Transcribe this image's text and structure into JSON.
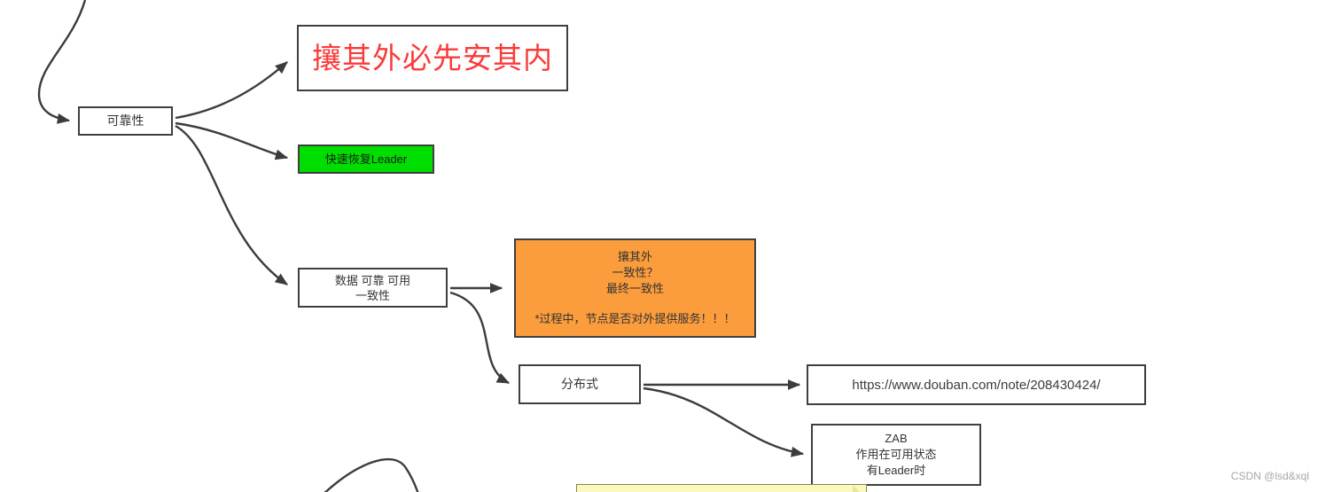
{
  "diagram": {
    "nodes": {
      "reliability": {
        "label": "可靠性"
      },
      "slogan": {
        "label": "攘其外必先安其内"
      },
      "fast_recover": {
        "label": "快速恢复Leader"
      },
      "data_consistency": {
        "lines": [
          "数据 可靠 可用",
          "一致性"
        ]
      },
      "orange_note": {
        "lines": [
          "攘其外",
          "一致性？",
          "最终一致性"
        ],
        "footnote": "*过程中，节点是否对外提供服务！！！"
      },
      "distributed": {
        "label": "分布式"
      },
      "douban_link": {
        "label": "https://www.douban.com/note/208430424/"
      },
      "zab": {
        "lines": [
          "ZAB",
          "作用在可用状态",
          "有Leader时"
        ]
      }
    },
    "colors": {
      "connector": "#3c3c3c",
      "box_border": "#3f3f3f",
      "slogan_text": "#fa3b3b",
      "fast_recover_fill": "#00dd00",
      "orange_fill": "#fb9d3c",
      "note_fill": "#fafabe"
    }
  },
  "watermark": {
    "text": "CSDN @lsd&xql"
  }
}
